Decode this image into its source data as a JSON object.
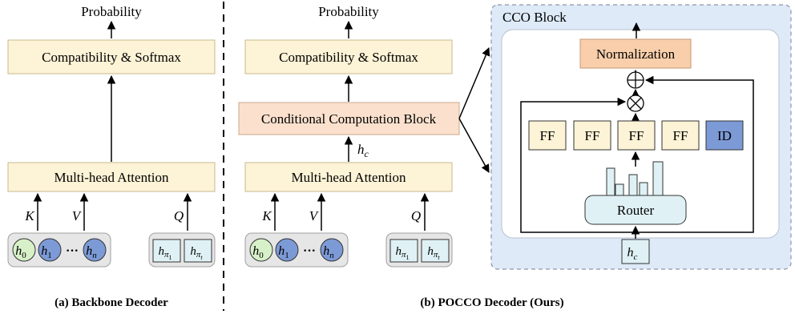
{
  "left": {
    "output": "Probability",
    "compat": "Compatibility & Softmax",
    "mha": "Multi-head Attention",
    "k": "K",
    "v": "V",
    "q": "Q",
    "caption": "(a) Backbone Decoder"
  },
  "right": {
    "output": "Probability",
    "compat": "Compatibility & Softmax",
    "ccb": "Conditional Computation Block",
    "hc_main": "h",
    "hc_sub": "c",
    "mha": "Multi-head Attention",
    "k": "K",
    "v": "V",
    "q": "Q",
    "caption": "(b) POCCO Decoder (Ours)"
  },
  "tokens": {
    "h": "h",
    "sub0": "0",
    "sub1": "1",
    "subn": "n",
    "ellipsis": "···",
    "pi": "π",
    "pi1": "1",
    "pit": "t"
  },
  "cco": {
    "title": "CCO Block",
    "normalization": "Normalization",
    "router": "Router",
    "experts": [
      "FF",
      "FF",
      "FF",
      "FF",
      "ID"
    ],
    "plus": "⊕",
    "times": "⊗",
    "input_main": "h",
    "input_sub": "c"
  },
  "colors": {
    "module_fill": "#fdf3d6",
    "ccb_fill": "#fbe1cd",
    "norm_fill": "#f9cfab",
    "router_fill": "#dff1f5",
    "token_green": "#d7f0c8",
    "token_blue": "#7c9ad6",
    "cco_bg": "#deeaf8",
    "id_fill": "#7c9ad6"
  }
}
